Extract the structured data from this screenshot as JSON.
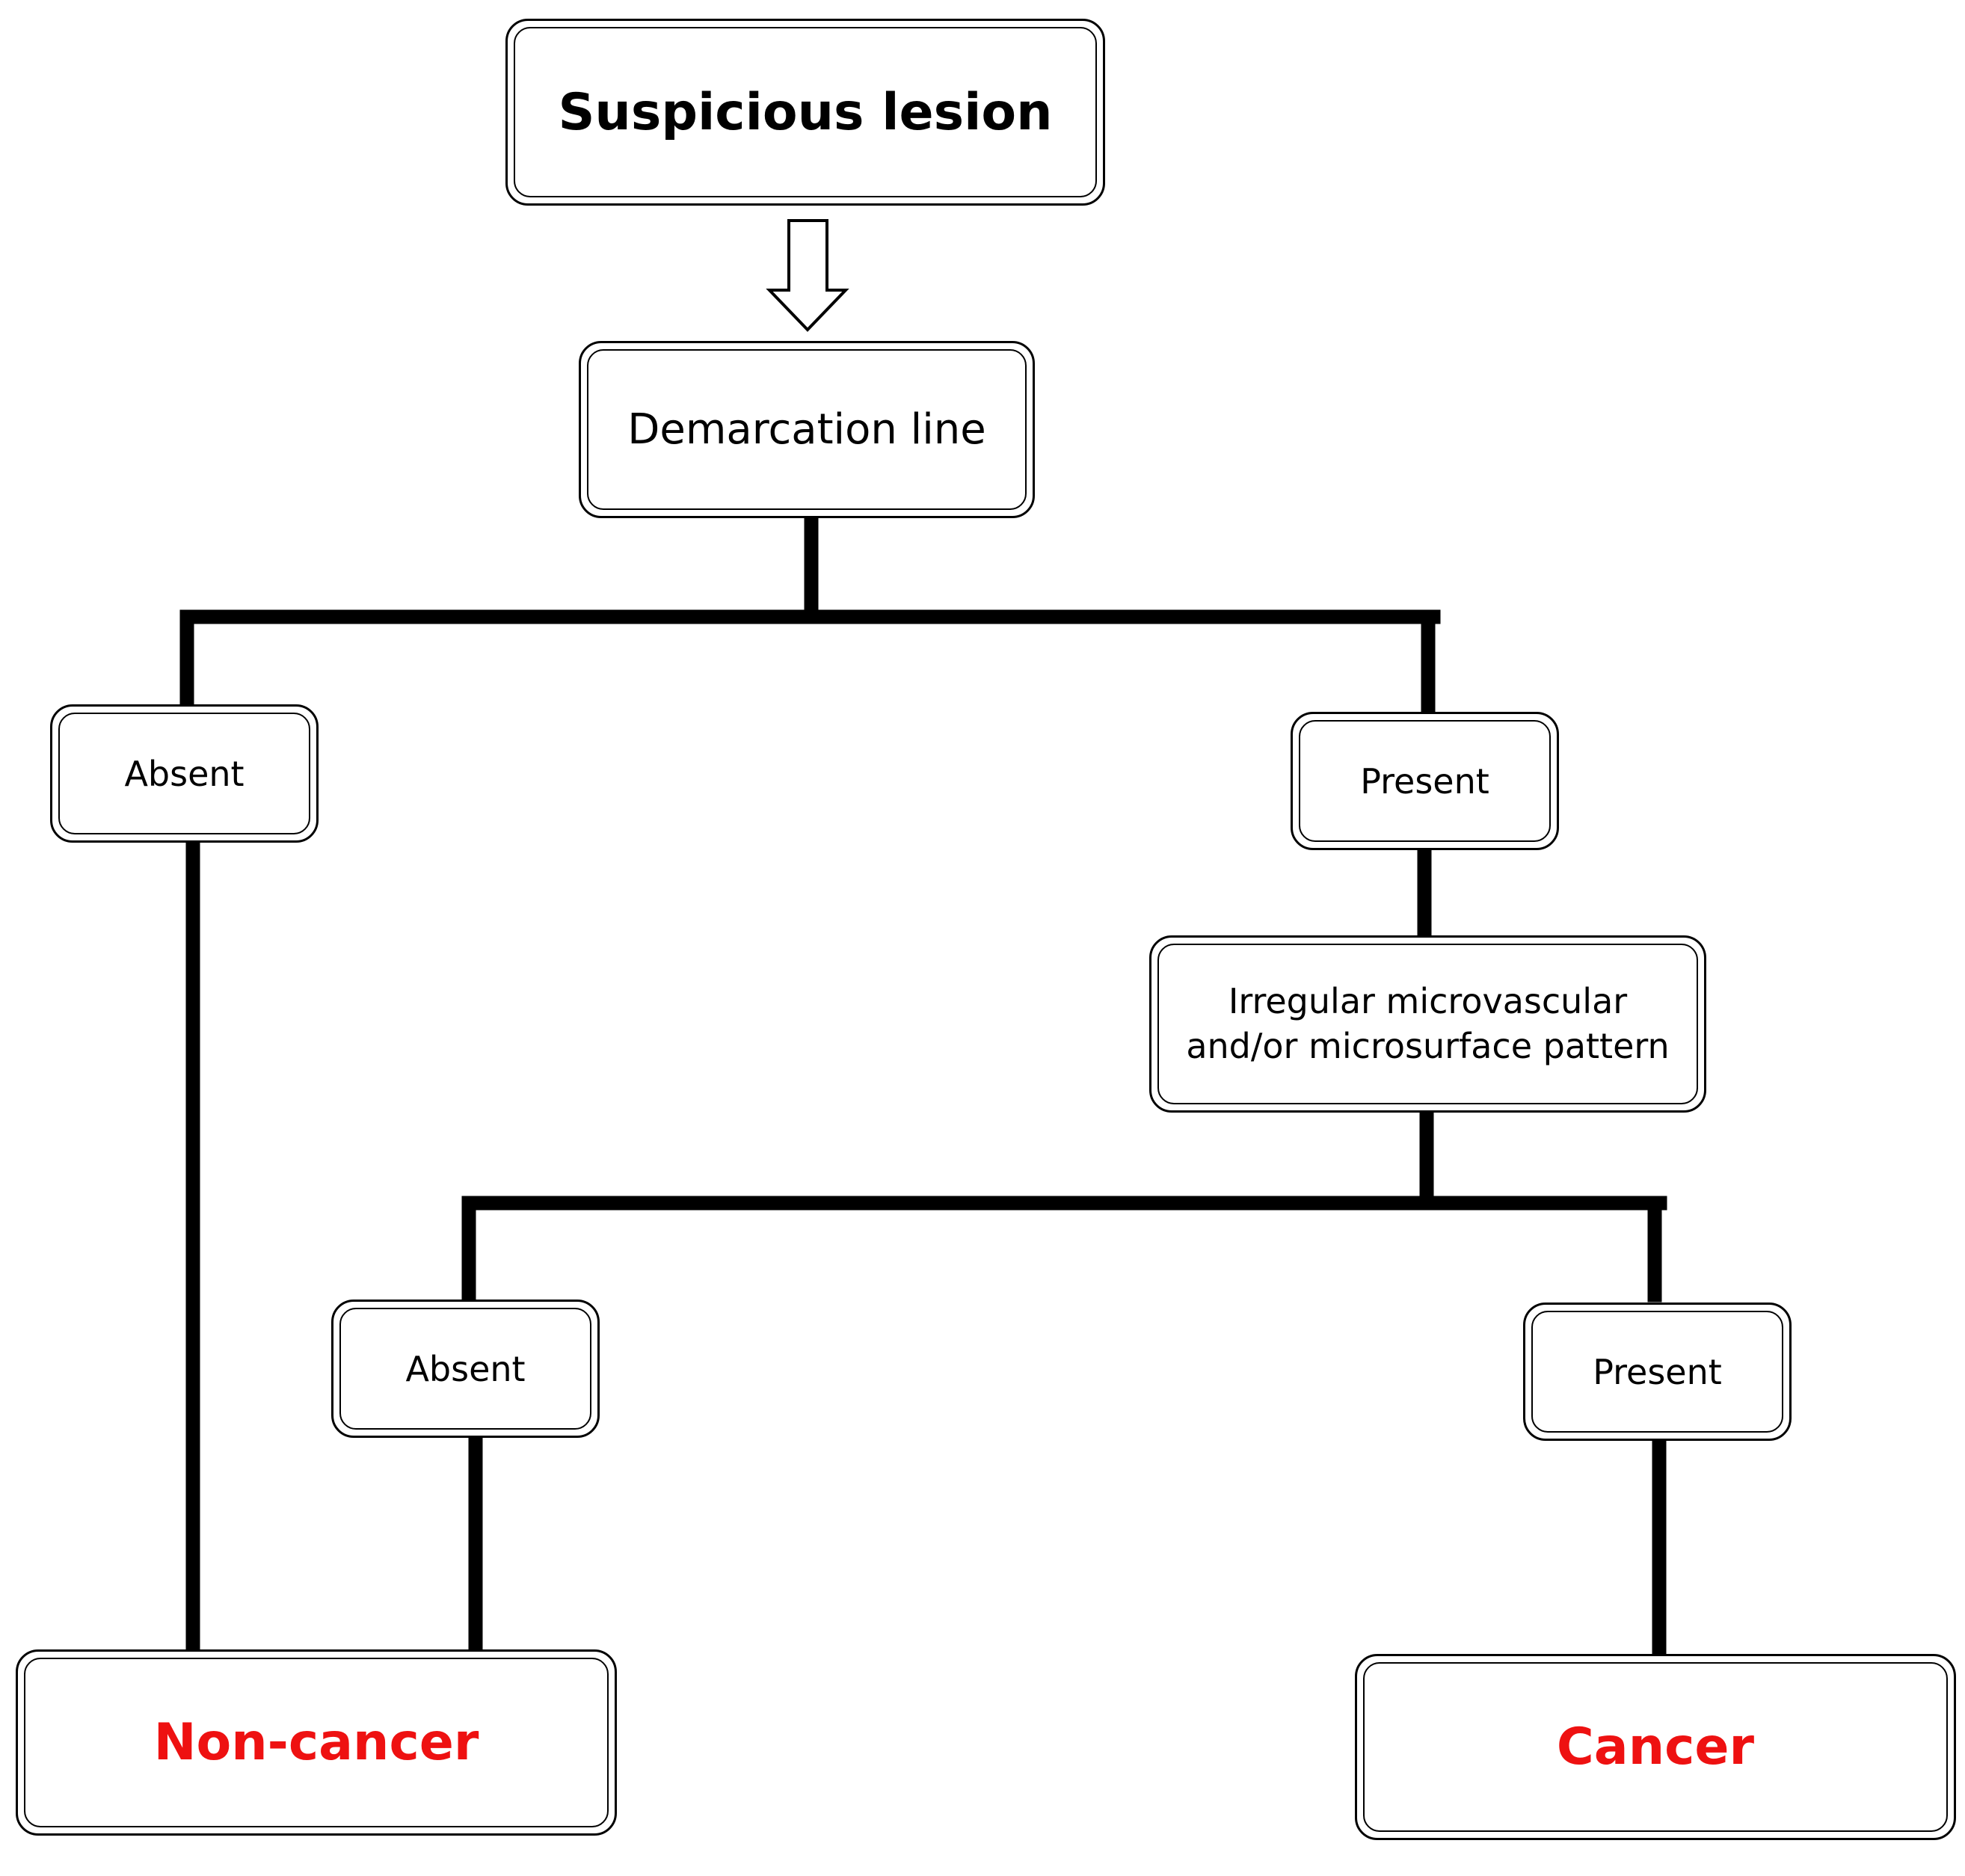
{
  "nodes": {
    "start": "Suspicious lesion",
    "demarcation": "Demarcation line",
    "absent_1": "Absent",
    "present_1": "Present",
    "irregular_line1": "Irregular microvascular",
    "irregular_line2": "and/or microsurface pattern",
    "absent_2": "Absent",
    "present_2": "Present",
    "non_cancer": "Non-cancer",
    "cancer": "Cancer"
  },
  "colors": {
    "outcome_text": "#ee1111",
    "lines": "#000000"
  }
}
